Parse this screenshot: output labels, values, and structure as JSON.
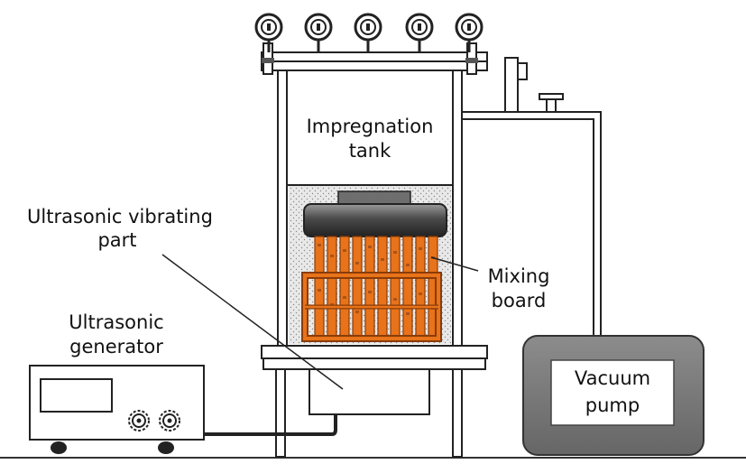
{
  "labels": {
    "tank_line1": "Impregnation",
    "tank_line2": "tank",
    "vib_line1": "Ultrasonic  vibrating",
    "vib_line2": "part",
    "gen_line1": "Ultrasonic",
    "gen_line2": "generator",
    "mix_line1": "Mixing",
    "mix_line2": "board",
    "pump_line1": "Vacuum",
    "pump_line2": "pump"
  },
  "colors": {
    "outline": "#222222",
    "liquid": "#e6e6e6",
    "board_orange": "#e8731a",
    "board_dark": "#8a3c08",
    "pump_body": "#7c7c7c",
    "lid": "#4a4a4a",
    "lid_top": "#8c8c8c"
  },
  "icons": {
    "gauge": "pressure-gauge-icon",
    "knob": "gear-knob-icon",
    "wheel": "caster-wheel-icon"
  }
}
